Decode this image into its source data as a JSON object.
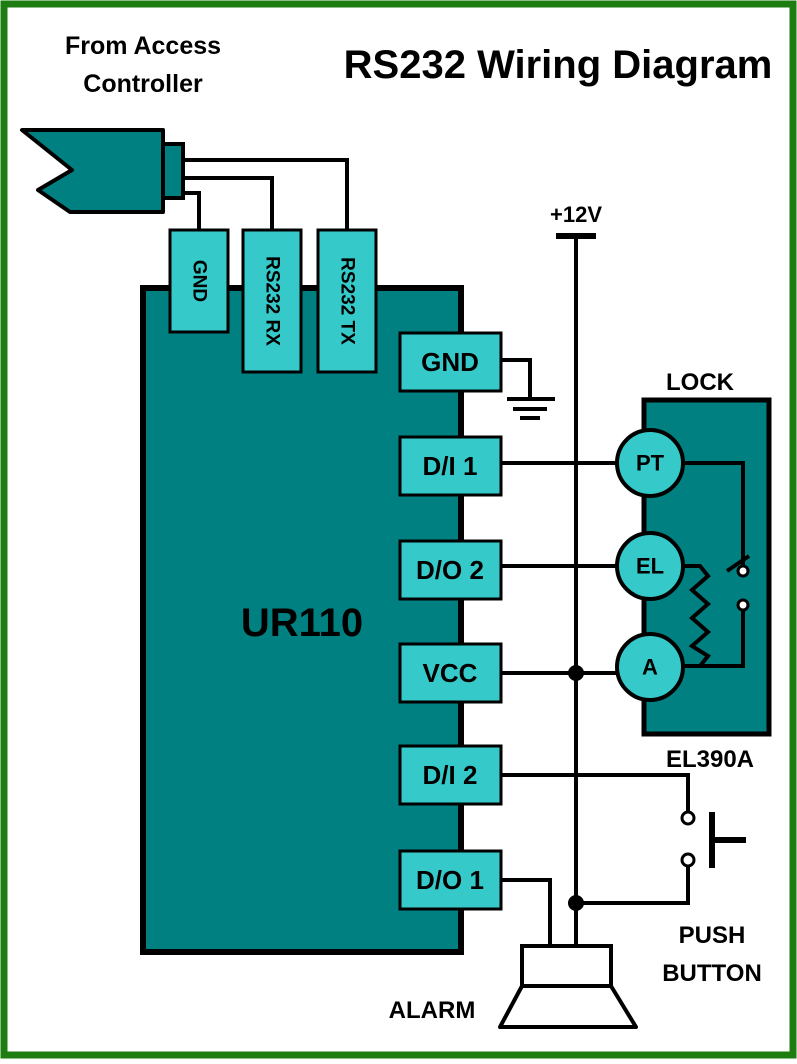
{
  "title": "RS232 Wiring Diagram",
  "source": {
    "line1": "From Access",
    "line2": "Controller"
  },
  "supply": "+12V",
  "controller": {
    "name": "UR110",
    "top_pins": [
      "GND",
      "RS232 RX",
      "RS232 TX"
    ],
    "side_pins": [
      "GND",
      "D/I 1",
      "D/O 2",
      "VCC",
      "D/I 2",
      "D/O 1"
    ]
  },
  "lock": {
    "title": "LOCK",
    "model": "EL390A",
    "terminals": [
      "PT",
      "EL",
      "A"
    ]
  },
  "push_button": {
    "line1": "PUSH",
    "line2": "BUTTON"
  },
  "alarm": "ALARM",
  "colors": {
    "border": "#1e7d10",
    "body": "#008080",
    "pin": "#35c9c9",
    "wire": "#000000"
  }
}
